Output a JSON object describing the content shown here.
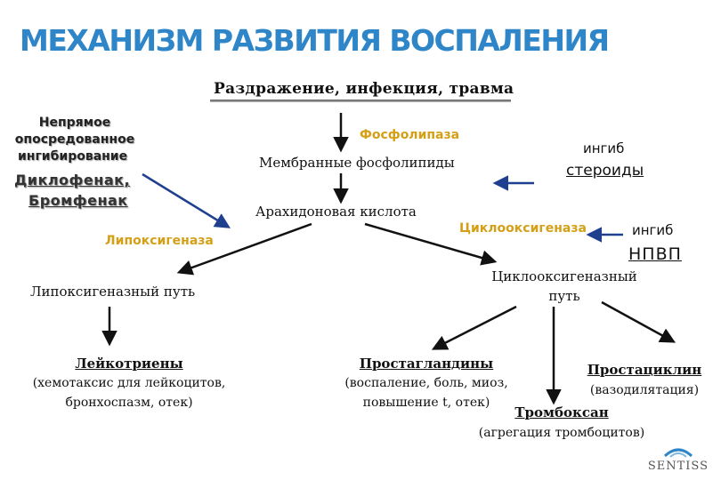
{
  "title": "МЕХАНИЗМ РАЗВИТИЯ ВОСПАЛЕНИЯ",
  "trigger": "Раздражение,  инфекция, травма",
  "nodes": {
    "membrane": "Мембранные фосфолипиды",
    "arachidonic": "Арахидоновая кислота",
    "lox_path": "Липоксигеназный путь",
    "cox_path_1": "Циклооксигеназный",
    "cox_path_2": "путь"
  },
  "enzymes": {
    "phospholipase": "Фосфолипаза",
    "lipoxygenase": "Липоксигеназа",
    "cyclooxygenase": "Циклооксигеназа"
  },
  "inhibitors": {
    "indirect_1": "Непрямое",
    "indirect_2": "опосредованное",
    "indirect_3": "ингибирование",
    "drug_1": " Диклофенак,",
    "drug_2": "Бромфенак",
    "ingib_1": "ингиб",
    "steroids": "стероиды",
    "ingib_2": "ингиб",
    "nsaid": "НПВП"
  },
  "products": {
    "leukotrienes": {
      "name": "Лейкотриены",
      "line1": "(хемотаксис для лейкоцитов,",
      "line2": "бронхоспазм, отек)"
    },
    "prostaglandins": {
      "name": "Простагландины",
      "line1": "(воспаление, боль, миоз,",
      "line2": "повышение t,  отек)"
    },
    "thromboxane": {
      "name": "Тромбоксан",
      "line1": "(агрегация тромбоцитов)"
    },
    "prostacyclin": {
      "name": "Простациклин",
      "line1": "(вазодилятация)"
    }
  },
  "logo": "SENTISS",
  "colors": {
    "title": "#2e86c8",
    "enzyme": "#d4a017",
    "inhibitor_arrow": "#1f3f8f"
  }
}
